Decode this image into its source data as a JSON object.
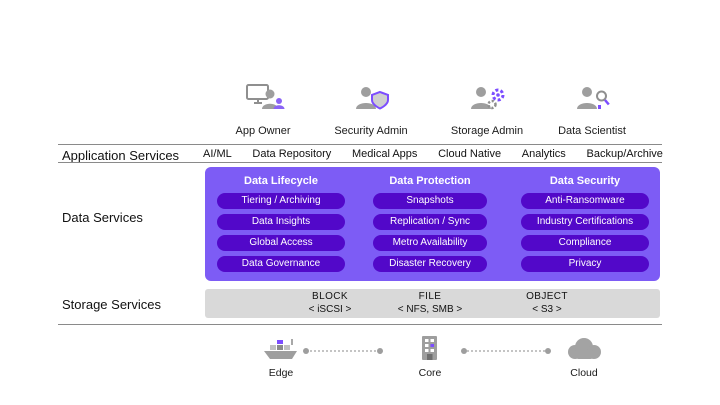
{
  "personas": [
    {
      "label": "App Owner"
    },
    {
      "label": "Security Admin"
    },
    {
      "label": "Storage Admin"
    },
    {
      "label": "Data Scientist"
    }
  ],
  "application_services": {
    "label": "Application Services",
    "items": [
      "AI/ML",
      "Data Repository",
      "Medical Apps",
      "Cloud Native",
      "Analytics",
      "Backup/Archive"
    ]
  },
  "data_services": {
    "label": "Data Services",
    "columns": [
      {
        "title": "Data Lifecycle",
        "items": [
          "Tiering / Archiving",
          "Data Insights",
          "Global Access",
          "Data Governance"
        ]
      },
      {
        "title": "Data Protection",
        "items": [
          "Snapshots",
          "Replication / Sync",
          "Metro Availability",
          "Disaster Recovery"
        ]
      },
      {
        "title": "Data Security",
        "items": [
          "Anti-Ransomware",
          "Industry Certifications",
          "Compliance",
          "Privacy"
        ]
      }
    ]
  },
  "storage_services": {
    "label": "Storage Services",
    "tiers": [
      {
        "name": "BLOCK",
        "protocol": "< iSCSI >"
      },
      {
        "name": "FILE",
        "protocol": "< NFS, SMB >"
      },
      {
        "name": "OBJECT",
        "protocol": "< S3 >"
      }
    ]
  },
  "infrastructure": [
    {
      "label": "Edge"
    },
    {
      "label": "Core"
    },
    {
      "label": "Cloud"
    }
  ],
  "colors": {
    "container_purple": "#7d5cf5",
    "pill_purple": "#5208c9",
    "accent_purple": "#7c4dff",
    "storage_gray": "#d9d9d9",
    "icon_gray": "#9e9e9e"
  }
}
